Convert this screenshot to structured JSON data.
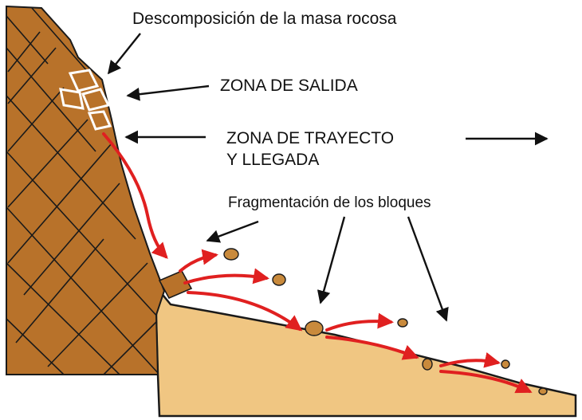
{
  "labels": {
    "decomposition": "Descomposición de la masa rocosa",
    "departure_zone": "ZONA DE SALIDA",
    "trajectory_line1": "ZONA DE TRAYECTO",
    "trajectory_line2": "Y LLEGADA",
    "fragmentation": "Fragmentación de los bloques"
  },
  "colors": {
    "rock": "#b8722a",
    "rock_dark": "#8a5018",
    "deposit": "#f0c682",
    "deposit_edge": "#1a1a1a",
    "trajectory_arrow": "#e02020",
    "pointer_arrow": "#111111",
    "fracture_line": "#1a1a1a",
    "block_outline": "#ffffff"
  }
}
